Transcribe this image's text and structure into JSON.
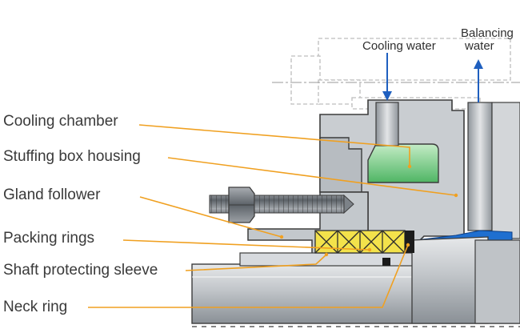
{
  "labels": {
    "cooling_chamber": "Cooling chamber",
    "stuffing_box_housing": "Stuffing box housing",
    "gland_follower": "Gland follower",
    "packing_rings": "Packing rings",
    "shaft_protecting_sleeve": "Shaft protecting sleeve",
    "neck_ring": "Neck ring"
  },
  "flows": {
    "cooling_water": "Cooling water",
    "balancing_line1": "Balancing",
    "balancing_line2": "water"
  },
  "colors": {
    "leader": "#f0a020",
    "steel": "#c8ccd0",
    "steel_dark": "#8e949a",
    "outline": "#3c3c3c",
    "coolant": "#6cc47a",
    "packing": "#f2e04a",
    "water": "#1f6fd0",
    "ghost": "#d6d6d6"
  }
}
